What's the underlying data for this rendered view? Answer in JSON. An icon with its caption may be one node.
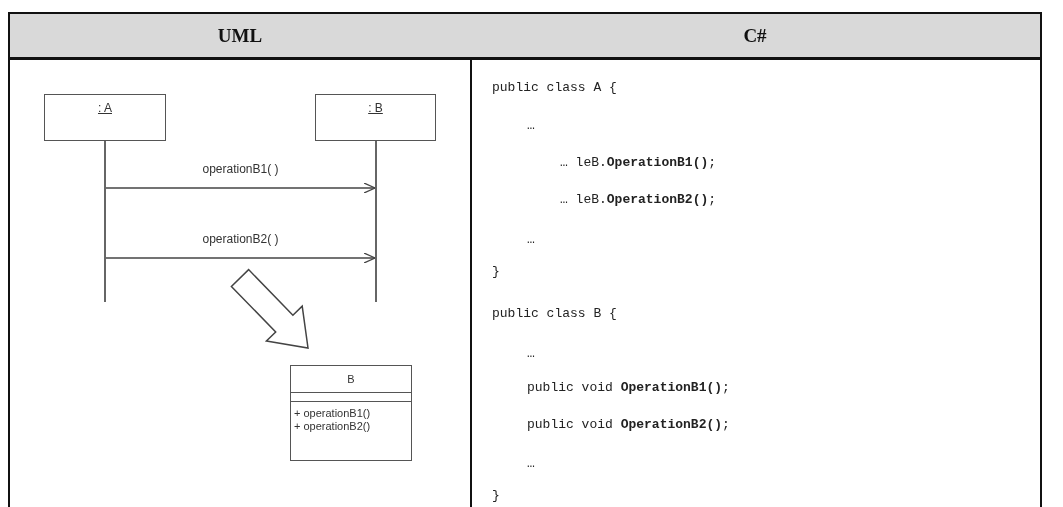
{
  "diagram": {
    "nodes": [
      {
        "text": [
          ": A"
        ]
      },
      {
        "text": [
          ": B"
        ]
      },
      {
        "text": [],
        "shape": "lifeline"
      },
      {
        "text": [],
        "shape": "lifeline"
      },
      {
        "text": [
          "B",
          "+ operationB1()",
          "+ operationB2()"
        ]
      }
    ],
    "edges": [
      {
        "from": 2,
        "to": 3,
        "arrow": "to",
        "label": "operationB1( )"
      },
      {
        "from": 2,
        "to": 3,
        "arrow": "to",
        "label": "operationB2( )"
      },
      {
        "from": null,
        "to": 4,
        "arrow": "to",
        "style": "thick"
      }
    ],
    "labels": [
      "UML",
      "C#",
      "public class A {",
      "…",
      "… leB.**OperationB1()**;",
      "… leB.**OperationB2()**;",
      "…",
      "}",
      "public class B {",
      "…",
      "public void **OperationB1()**;",
      "public void **OperationB2()**;",
      "…",
      "}"
    ]
  }
}
